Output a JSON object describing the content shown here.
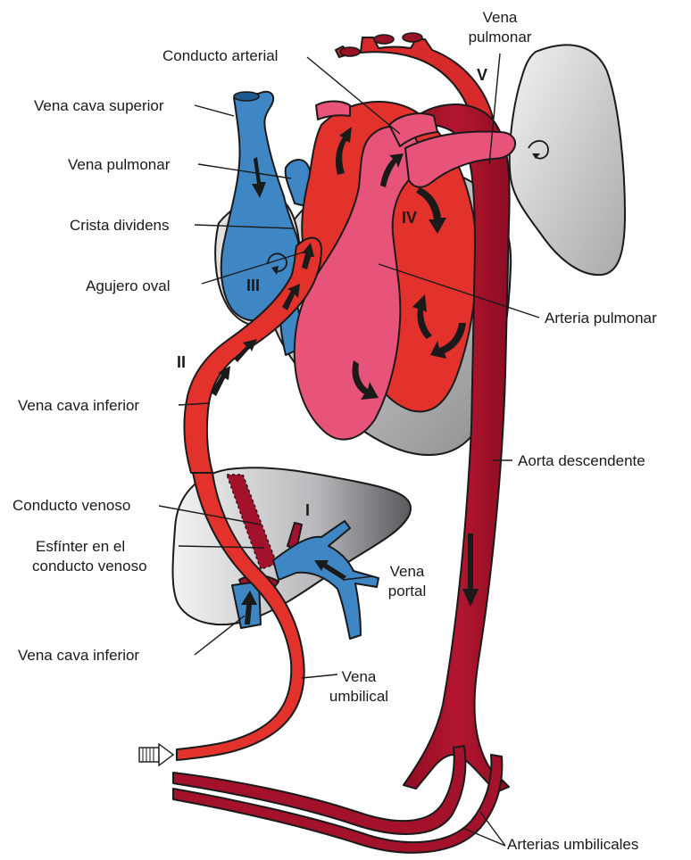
{
  "labels": {
    "vena_pulmonar_top": [
      "Vena",
      "pulmonar"
    ],
    "conducto_arterial": "Conducto arterial",
    "vena_cava_superior": "Vena cava superior",
    "vena_pulmonar_left": "Vena pulmonar",
    "crista_dividens": "Crista dividens",
    "agujero_oval": "Agujero oval",
    "arteria_pulmonar": "Arteria pulmonar",
    "vena_cava_inferior_mid": "Vena cava inferior",
    "aorta_descendente": "Aorta descendente",
    "conducto_venoso": "Conducto venoso",
    "esfinter": [
      "Esfínter en el",
      "conducto venoso"
    ],
    "vena_portal": [
      "Vena",
      "portal"
    ],
    "vena_cava_inferior_low": "Vena cava inferior",
    "vena_umbilical": [
      "Vena",
      "umbilical"
    ],
    "arterias_umbilicales": "Arterias umbilicales"
  },
  "roman_numerals": {
    "I": "I",
    "II": "II",
    "III": "III",
    "IV": "IV",
    "V": "V"
  },
  "colors": {
    "oxygenated": "#e8342c",
    "deoxygenated": "#a3122a",
    "venous_blue": "#3f86c5",
    "pulmonary_pink": "#e8537a",
    "gray_tissue": "#c7c7c9",
    "lung": "#d9d9db"
  }
}
